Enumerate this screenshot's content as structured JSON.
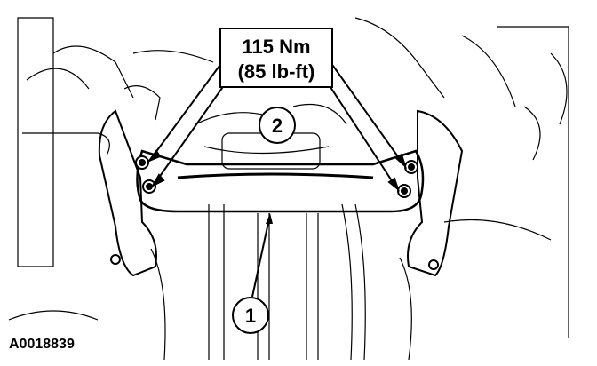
{
  "torque_box": {
    "line1": "115 Nm",
    "line2": "(85 lb-ft)"
  },
  "callouts": [
    {
      "id": "1",
      "label": "1"
    },
    {
      "id": "2",
      "label": "2"
    }
  ],
  "figure_id": "A0018839",
  "colors": {
    "ink": "#000000",
    "paper": "#ffffff"
  }
}
